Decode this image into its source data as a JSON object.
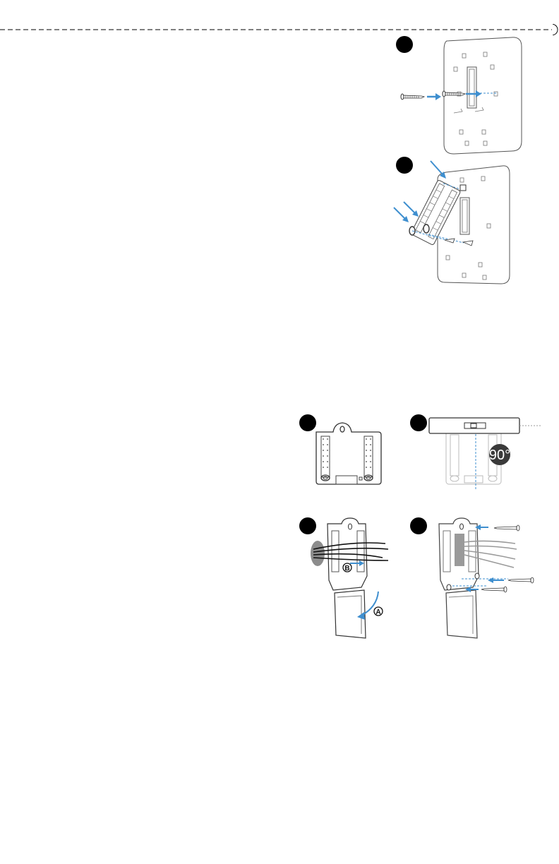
{
  "page": {
    "background": "#ffffff"
  },
  "colors": {
    "arrow": "#3f8fcf",
    "ink": "#333333",
    "light_ink": "#9a9a9a",
    "badge": "#000000"
  },
  "figures": {
    "wallplate_screw": {
      "icons": [
        "screw-icon",
        "arrow-right-icon"
      ]
    },
    "wallplate_attach": {
      "icons": [
        "arrow-down-right-icon"
      ]
    },
    "mount_plate": {
      "icons": [
        "mount-plate-icon"
      ]
    },
    "level": {
      "angle_label": "90°"
    },
    "wiring": {
      "callout_a": "A",
      "callout_b": "B"
    },
    "final_screws": {
      "icons": [
        "screw-icon",
        "arrow-left-icon"
      ]
    }
  }
}
